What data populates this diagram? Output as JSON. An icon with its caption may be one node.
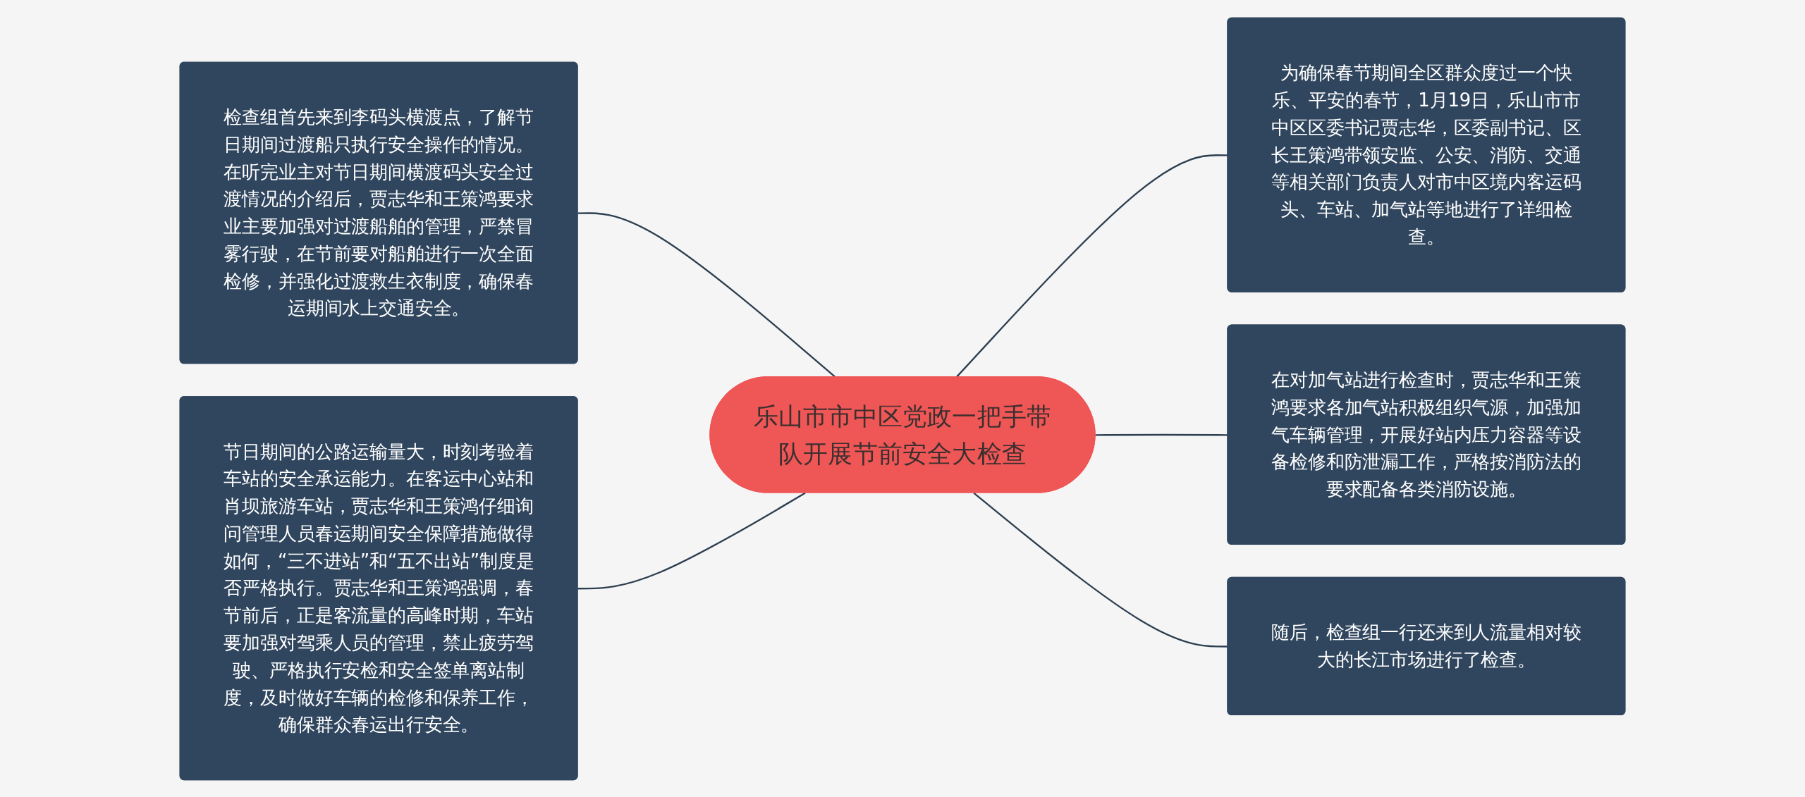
{
  "diagram": {
    "nodes": [
      {
        "text": [
          "乐山市市中区党政一把手带队开展节前安全大检查"
        ]
      },
      {
        "text": [
          "检查组首先来到李码头横渡点，了解节日期间过渡船只执行安全操作的情况。在听完业主对节日期间横渡码头安全过渡情况的介绍后，贾志华和王策鸿要求业主要加强对过渡船舶的管理，严禁冒雾行驶，在节前要对船舶进行一次全面检修，并强化过渡救生衣制度，确保春运期间水上交通安全。"
        ]
      },
      {
        "text": [
          "节日期间的公路运输量大，时刻考验着车站的安全承运能力。在客运中心站和肖坝旅游车站，贾志华和王策鸿仔细询问管理人员春运期间安全保障措施做得如何，“三不进站”和“五不出站”制度是否严格执行。贾志华和王策鸿强调，春节前后，正是客流量的高峰时期，车站要加强对驾乘人员的管理，禁止疲劳驾驶、严格执行安检和安全签单离站制度，及时做好车辆的检修和保养工作，确保群众春运出行安全。"
        ]
      },
      {
        "text": [
          "为确保春节期间全区群众度过一个快乐、平安的春节，1月19日，乐山市市中区区委书记贾志华，区委副书记、区长王策鸿带领安监、公安、消防、交通等相关部门负责人对市中区境内客运码头、车站、加气站等地进行了详细检查。"
        ]
      },
      {
        "text": [
          "在对加气站进行检查时，贾志华和王策鸿要求各加气站积极组织气源，加强加气车辆管理，开展好站内压力容器等设备检修和防泄漏工作，严格按消防法的要求配备各类消防设施。"
        ]
      },
      {
        "text": [
          "随后，检查组一行还来到人流量相对较大的长江市场进行了检查。"
        ]
      }
    ],
    "edges": [
      {
        "from": 1,
        "to": 0,
        "arrow": "none"
      },
      {
        "from": 2,
        "to": 0,
        "arrow": "none"
      },
      {
        "from": 0,
        "to": 3,
        "arrow": "none"
      },
      {
        "from": 0,
        "to": 4,
        "arrow": "none"
      },
      {
        "from": 0,
        "to": 5,
        "arrow": "none"
      }
    ]
  }
}
